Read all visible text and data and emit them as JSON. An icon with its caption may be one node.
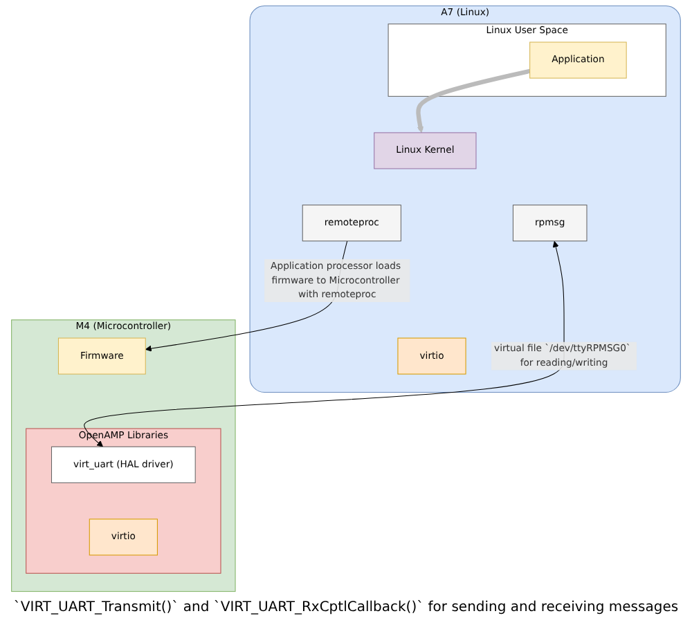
{
  "diagram": {
    "nodes": [
      {
        "text": [
          "A7 (Linux)"
        ]
      },
      {
        "text": [
          "Linux User Space"
        ],
        "in": 0
      },
      {
        "text": [
          "Application"
        ],
        "in": 1
      },
      {
        "text": [
          "Linux Kernel"
        ],
        "in": 0
      },
      {
        "text": [
          "remoteproc"
        ],
        "in": 0
      },
      {
        "text": [
          "rpmsg"
        ],
        "in": 0
      },
      {
        "text": [
          "virtio"
        ],
        "in": 0
      },
      {
        "text": [
          "M4 (Microcontroller)"
        ]
      },
      {
        "text": [
          "Firmware"
        ],
        "in": 7
      },
      {
        "text": [
          "OpenAMP Libraries"
        ],
        "in": 7
      },
      {
        "text": [
          "virt_uart (HAL driver)"
        ],
        "in": 9
      },
      {
        "text": [
          "virtio"
        ],
        "in": 9
      }
    ],
    "edges": [
      {
        "from": 2,
        "to": 3,
        "arrow": "to",
        "style": "thick",
        "color": "#bbbbbb"
      },
      {
        "from": 4,
        "to": 8,
        "arrow": "to",
        "label": "Application processor loads firmware to Microcontroller with remoteproc"
      },
      {
        "from": 5,
        "to": 10,
        "arrow": "both",
        "label": "virtual file `/dev/ttyRPMSG0` for reading/writing"
      }
    ],
    "labels": [
      "`VIRT_UART_Transmit()` and `VIRT_UART_RxCptlCallback()` for sending and receiving messages"
    ]
  }
}
